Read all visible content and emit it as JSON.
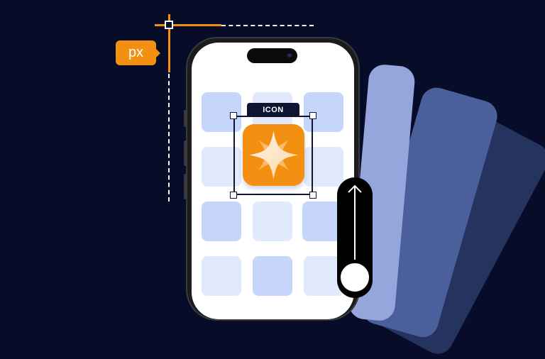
{
  "theme": {
    "background": "#070c28",
    "accent_orange": "#f39012",
    "tile_dark": "#c6d5fa",
    "tile_light": "#e1e9fc",
    "card_colors": [
      "#94a6db",
      "#4a5f9c",
      "#25335f"
    ]
  },
  "measure_tag": {
    "label": "px"
  },
  "icon_selection": {
    "label": "ICON",
    "icon": "sparkle-icon"
  },
  "app_grid": {
    "rows": [
      [
        "dark",
        "light",
        "dark"
      ],
      [
        "light",
        "selected",
        "light"
      ],
      [
        "dark",
        "light",
        "dark"
      ],
      [
        "light",
        "dark",
        "light"
      ]
    ]
  },
  "slider": {
    "direction": "up",
    "icon": "arrow-up-icon"
  }
}
